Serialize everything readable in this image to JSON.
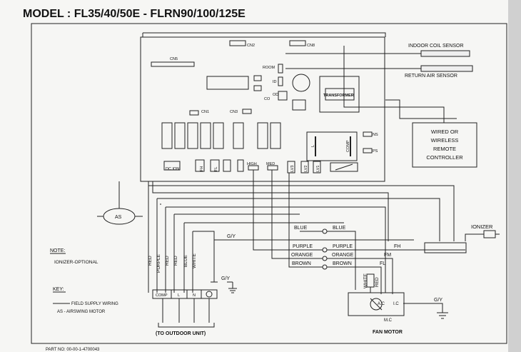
{
  "title": "MODEL : FL35/40/50E - FLRN90/100/125E",
  "board": {
    "cn5": "CN5",
    "cn2": "CN2",
    "cn8": "CN8",
    "cn1": "CN1",
    "cn3": "CN3",
    "room": "ROOM",
    "id": "ID",
    "od": "OD",
    "co": "CO",
    "transformer": "TRANSFORMER",
    "dc_ion": "DC ION",
    "fh": "FH",
    "fl": "FL",
    "high": "HIGH",
    "med": "MED",
    "lv1": "LV1",
    "lv2": "LV2",
    "lv3": "LV3",
    "relay_l": "L",
    "relay_comp": "COMP",
    "ns": "NS",
    "ps": "PS"
  },
  "sensors": {
    "indoor_coil": "INDOOR COIL SENSOR",
    "return_air": "RETURN AIR SENSOR"
  },
  "remote": [
    "WIRED OR",
    "WIRELESS",
    "REMOTE",
    "CONTROLLER"
  ],
  "as_motor": "AS",
  "ionizer": "IONIZER",
  "wires": {
    "gy_top": "G/Y",
    "blue": "BLUE",
    "purple": "PURPLE",
    "orange": "ORANGE",
    "brown": "BROWN",
    "fh": "FH",
    "fm": "FM",
    "fl": "FL",
    "white": "WHITE",
    "red": "RED",
    "gy_fan": "G/Y",
    "gy_term": "G/Y"
  },
  "vertical_wires": [
    "RED",
    "PURPLE",
    "RED",
    "RED",
    "BLUE",
    "WHITE"
  ],
  "fan": {
    "ac": "A.C",
    "ic": "I.C",
    "mc": "M.C",
    "label": "FAN MOTOR"
  },
  "terminals": {
    "comp": "COMP",
    "l": "L",
    "n": "N",
    "to_outdoor": "(TO OUTDOOR UNIT)"
  },
  "note": {
    "heading": "NOTE:",
    "text": "IONIZER-OPTIONAL"
  },
  "key": {
    "heading": "KEY:",
    "field": "FIELD SUPPLY WIRING",
    "as_motor": "AS - AIRSWING MOTOR"
  },
  "part_no": "PART NO: 00-00-1-4700043"
}
